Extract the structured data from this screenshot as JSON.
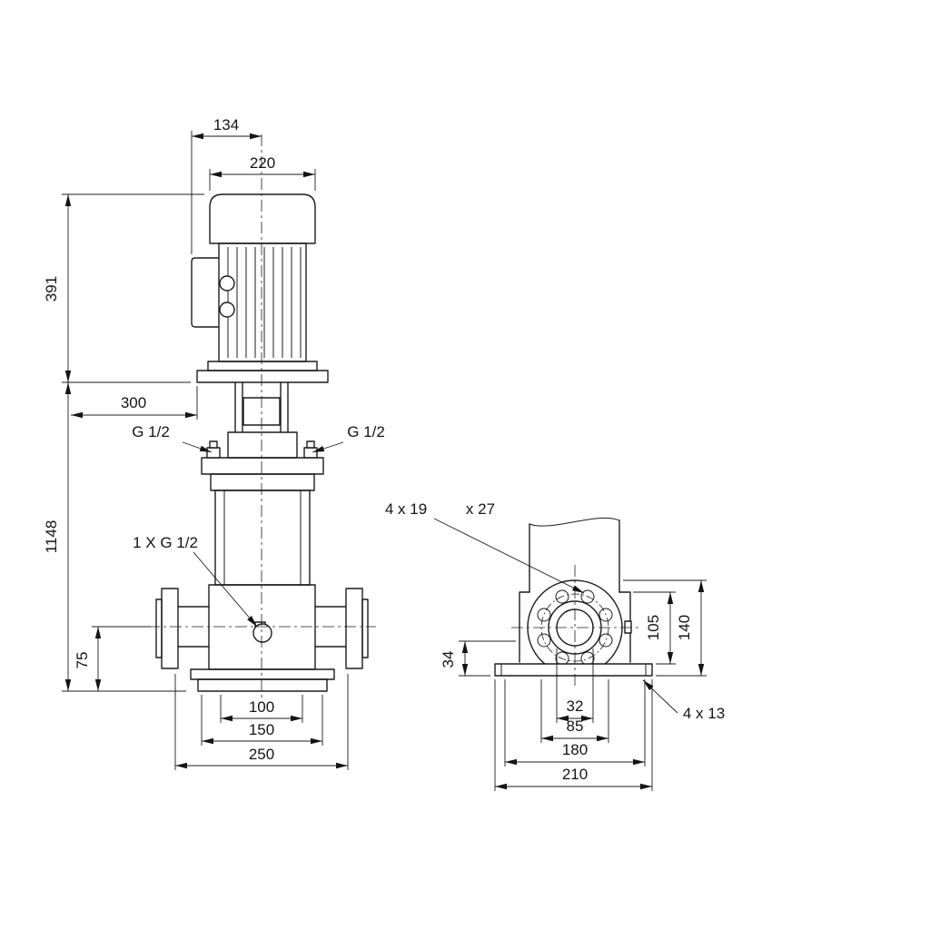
{
  "front": {
    "dim_134": "134",
    "dim_220": "220",
    "dim_391": "391",
    "dim_300": "300",
    "dim_1148": "1148",
    "port_left": "G 1/2",
    "port_right": "G 1/2",
    "drain_label": "1 X G 1/2",
    "dim_75": "75",
    "dim_100": "100",
    "dim_150": "150",
    "dim_250": "250"
  },
  "side": {
    "flange_holes": "4 x 19",
    "flange_holes_2": "x 27",
    "dim_34": "34",
    "dim_105": "105",
    "dim_140": "140",
    "base_holes": "4 x 13",
    "dim_32": "32",
    "dim_85": "85",
    "dim_180": "180",
    "dim_210": "210"
  },
  "colors": {
    "line": "#1c1c1c",
    "background": "#ffffff"
  }
}
